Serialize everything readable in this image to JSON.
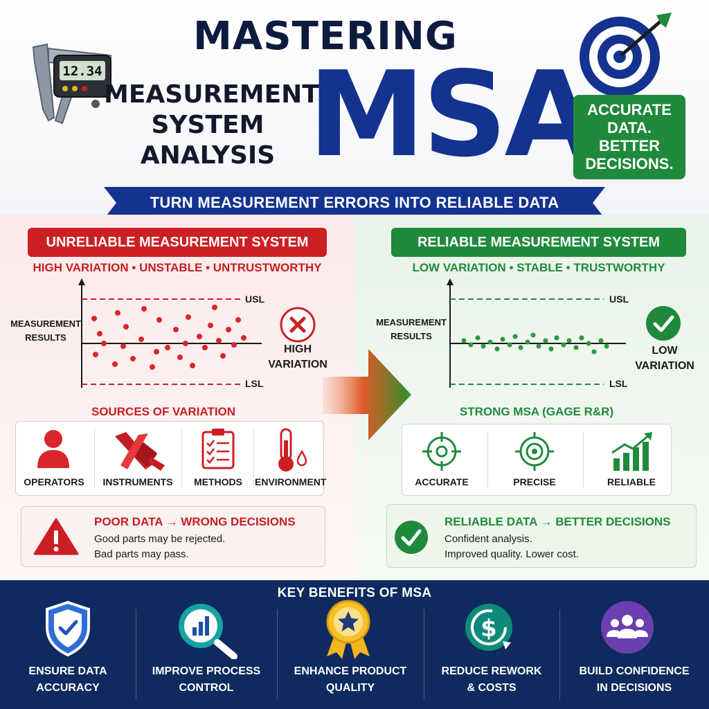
{
  "header": {
    "title_top": "MASTERING",
    "title_sub": "MEASUREMENT SYSTEM ANALYSIS",
    "title_main": "MSA",
    "caliper_display": "12.34",
    "badge": "ACCURATE DATA. BETTER DECISIONS.",
    "ribbon": "TURN MEASUREMENT ERRORS INTO RELIABLE DATA"
  },
  "left": {
    "title": "UNRELIABLE MEASUREMENT SYSTEM",
    "subtitle": "HIGH VARIATION • UNSTABLE • UNTRUSTWORTHY",
    "y_label": "MEASUREMENT RESULTS",
    "usl": "USL",
    "lsl": "LSL",
    "variation": "HIGH VARIATION",
    "sources_title": "SOURCES OF VARIATION",
    "sources": [
      "OPERATORS",
      "INSTRUMENTS",
      "METHODS",
      "ENVIRONMENT"
    ],
    "note_title": "POOR DATA → WRONG DECISIONS",
    "note_line1": "Good parts may be rejected.",
    "note_line2": "Bad parts may pass."
  },
  "right": {
    "title": "RELIABLE MEASUREMENT SYSTEM",
    "subtitle": "LOW VARIATION • STABLE • TRUSTWORTHY",
    "y_label": "MEASUREMENT RESULTS",
    "usl": "USL",
    "lsl": "LSL",
    "variation": "LOW VARIATION",
    "strong_title": "STRONG MSA (GAGE R&R)",
    "qualities": [
      "ACCURATE",
      "PRECISE",
      "RELIABLE"
    ],
    "note_title": "RELIABLE DATA → BETTER DECISIONS",
    "note_line1": "Confident analysis.",
    "note_line2": "Improved quality. Lower cost."
  },
  "footer": {
    "title": "KEY BENEFITS OF MSA",
    "benefits": [
      {
        "line1": "ENSURE DATA",
        "line2": "ACCURACY"
      },
      {
        "line1": "IMPROVE PROCESS",
        "line2": "CONTROL"
      },
      {
        "line1": "ENHANCE PRODUCT",
        "line2": "QUALITY"
      },
      {
        "line1": "REDUCE REWORK",
        "line2": "& COSTS"
      },
      {
        "line1": "BUILD CONFIDENCE",
        "line2": "IN DECISIONS"
      }
    ]
  },
  "colors": {
    "navy": "#0e2a5e",
    "blue": "#14328f",
    "red": "#cc1f24",
    "green": "#1f8a3c"
  }
}
